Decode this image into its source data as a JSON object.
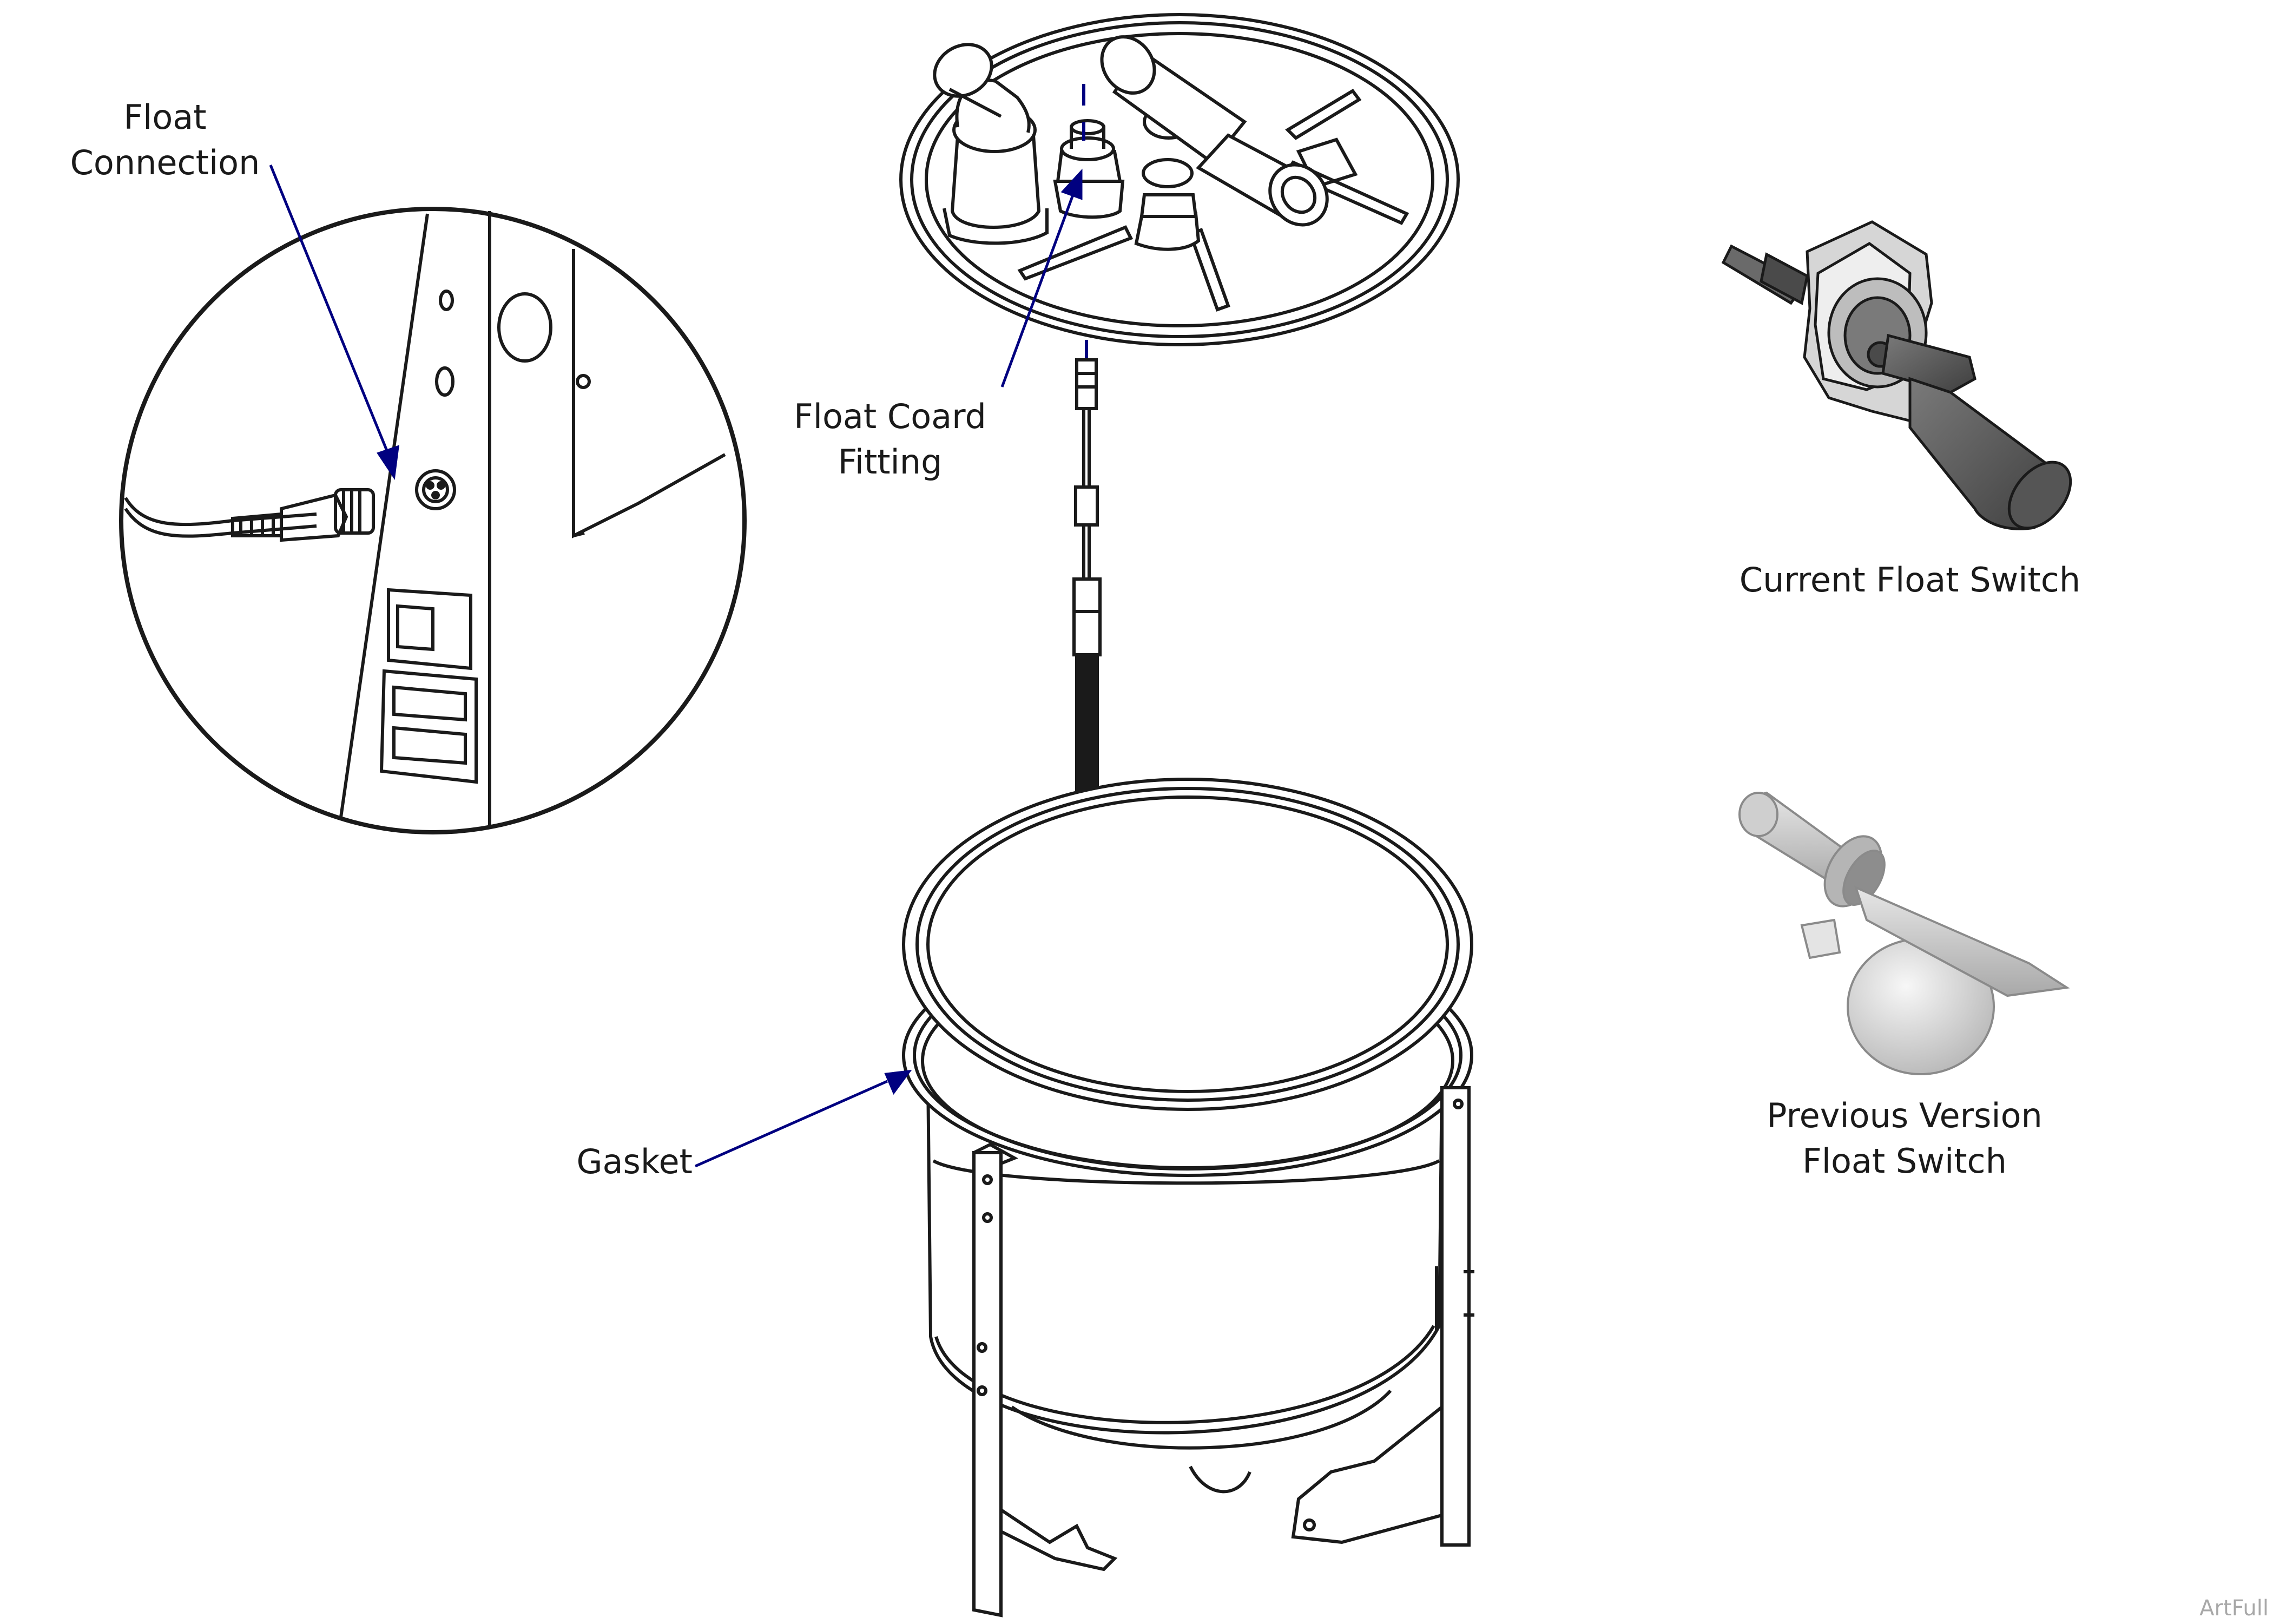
{
  "labels": {
    "float_connection": [
      "Float",
      "Connection"
    ],
    "float_coard_fitting": [
      "Float Coard",
      "Fitting"
    ],
    "gasket": "Gasket",
    "current_float_switch": "Current Float Switch",
    "previous_float_switch": [
      "Previous Version",
      "Float Switch"
    ]
  },
  "watermark": "ArtFull",
  "colors": {
    "line": "#1a1a1a",
    "leader": "#000080",
    "dark_part": "#5c5c5c",
    "light_part": "#d0d0d0"
  }
}
